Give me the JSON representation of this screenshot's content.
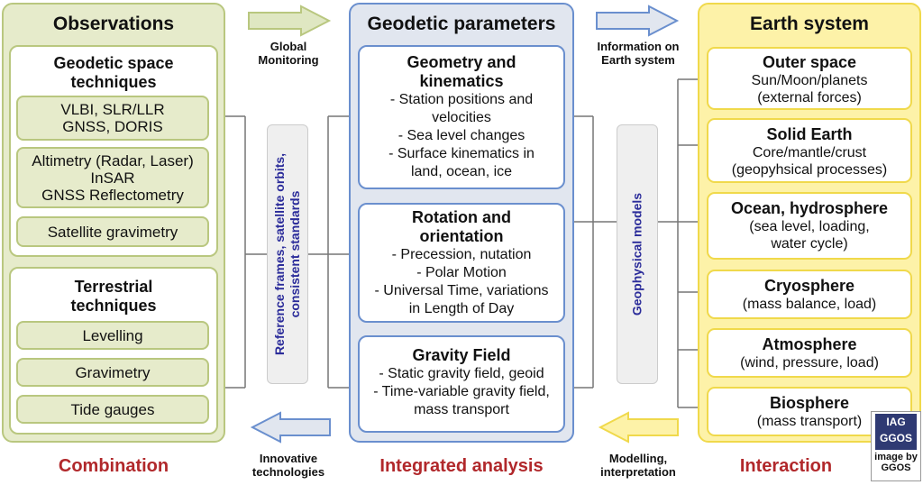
{
  "observations": {
    "title": "Observations",
    "space": {
      "title_line1": "Geodetic space",
      "title_line2": "techniques",
      "items": [
        {
          "line1": "VLBI, SLR/LLR",
          "line2": "GNSS, DORIS",
          "line3": ""
        },
        {
          "line1": "Altimetry (Radar, Laser)",
          "line2": "InSAR",
          "line3": "GNSS Reflectometry"
        },
        {
          "line1": "Satellite gravimetry",
          "line2": "",
          "line3": ""
        }
      ]
    },
    "terrestrial": {
      "title_line1": "Terrestrial",
      "title_line2": "techniques",
      "items": [
        "Levelling",
        "Gravimetry",
        "Tide gauges"
      ]
    }
  },
  "geodetic": {
    "title": "Geodetic parameters",
    "boxes": [
      {
        "title_line1": "Geometry and",
        "title_line2": "kinematics",
        "lines": [
          "- Station positions and",
          "velocities",
          "- Sea level changes",
          "- Surface kinematics in",
          "land, ocean, ice"
        ]
      },
      {
        "title_line1": "Rotation and",
        "title_line2": "orientation",
        "lines": [
          "- Precession, nutation",
          "- Polar Motion",
          "- Universal Time, variations",
          "in Length of Day"
        ]
      },
      {
        "title_line1": "Gravity Field",
        "title_line2": "",
        "lines": [
          "- Static gravity field, geoid",
          "- Time-variable gravity field,",
          "mass transport"
        ]
      }
    ]
  },
  "earth": {
    "title": "Earth system",
    "boxes": [
      {
        "title": "Outer space",
        "lines": [
          "Sun/Moon/planets",
          "(external forces)"
        ]
      },
      {
        "title": "Solid Earth",
        "lines": [
          "Core/mantle/crust",
          "(geopyhsical processes)"
        ]
      },
      {
        "title": "Ocean, hydrosphere",
        "lines": [
          "(sea level, loading,",
          "water cycle)"
        ]
      },
      {
        "title": "Cryosphere",
        "lines": [
          "(mass balance, load)"
        ]
      },
      {
        "title": "Atmosphere",
        "lines": [
          "(wind, pressure, load)"
        ]
      },
      {
        "title": "Biosphere",
        "lines": [
          "(mass transport)"
        ]
      }
    ]
  },
  "labels": {
    "reference_line1": "Reference frames, satellite orbits,",
    "reference_line2": "consistent standards",
    "geophysical": "Geophysical models"
  },
  "arrows": {
    "global_monitoring_line1": "Global",
    "global_monitoring_line2": "Monitoring",
    "information_line1": "Information on",
    "information_line2": "Earth system",
    "innovative_line1": "Innovative",
    "innovative_line2": "technologies",
    "modelling_line1": "Modelling,",
    "modelling_line2": "interpretation"
  },
  "bottom": {
    "combination": "Combination",
    "integrated": "Integrated analysis",
    "interaction": "Interaction"
  },
  "logo": {
    "mark_line1": "IAG",
    "mark_line2": "GGOS",
    "caption_line1": "image by",
    "caption_line2": "GGOS"
  },
  "colors": {
    "observations_fill": "#e6ebcb",
    "observations_border": "#b9c77f",
    "geodetic_fill": "#e1e6ef",
    "geodetic_border": "#6a8fce",
    "earth_fill": "#fdf2a8",
    "earth_border": "#f0d94b",
    "bottom_text": "#b1282b",
    "vertical_label_text": "#2b2c9a"
  }
}
